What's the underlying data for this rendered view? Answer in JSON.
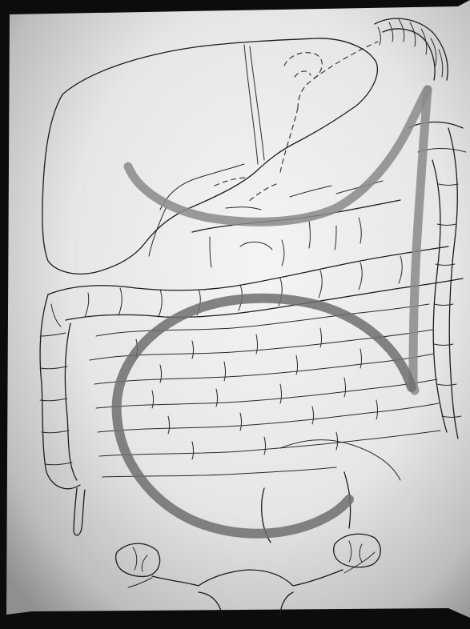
{
  "image": {
    "kind": "hand-drawn anatomical sketch on whiteboard",
    "paper_color": "#e9e9e9",
    "edge_shadow_color": "#0c0c0c",
    "ink_color": "#1b1b1b",
    "marker_color": "#8a8a8a"
  },
  "structures": [
    "liver",
    "gallbladder",
    "stomach",
    "pancreas",
    "transverse-colon",
    "ascending-colon",
    "descending-colon",
    "small-intestine",
    "appendix",
    "uterus",
    "ovaries"
  ],
  "overlay_strokes": [
    "upper-arc",
    "vertical-stroke",
    "large-loop"
  ]
}
